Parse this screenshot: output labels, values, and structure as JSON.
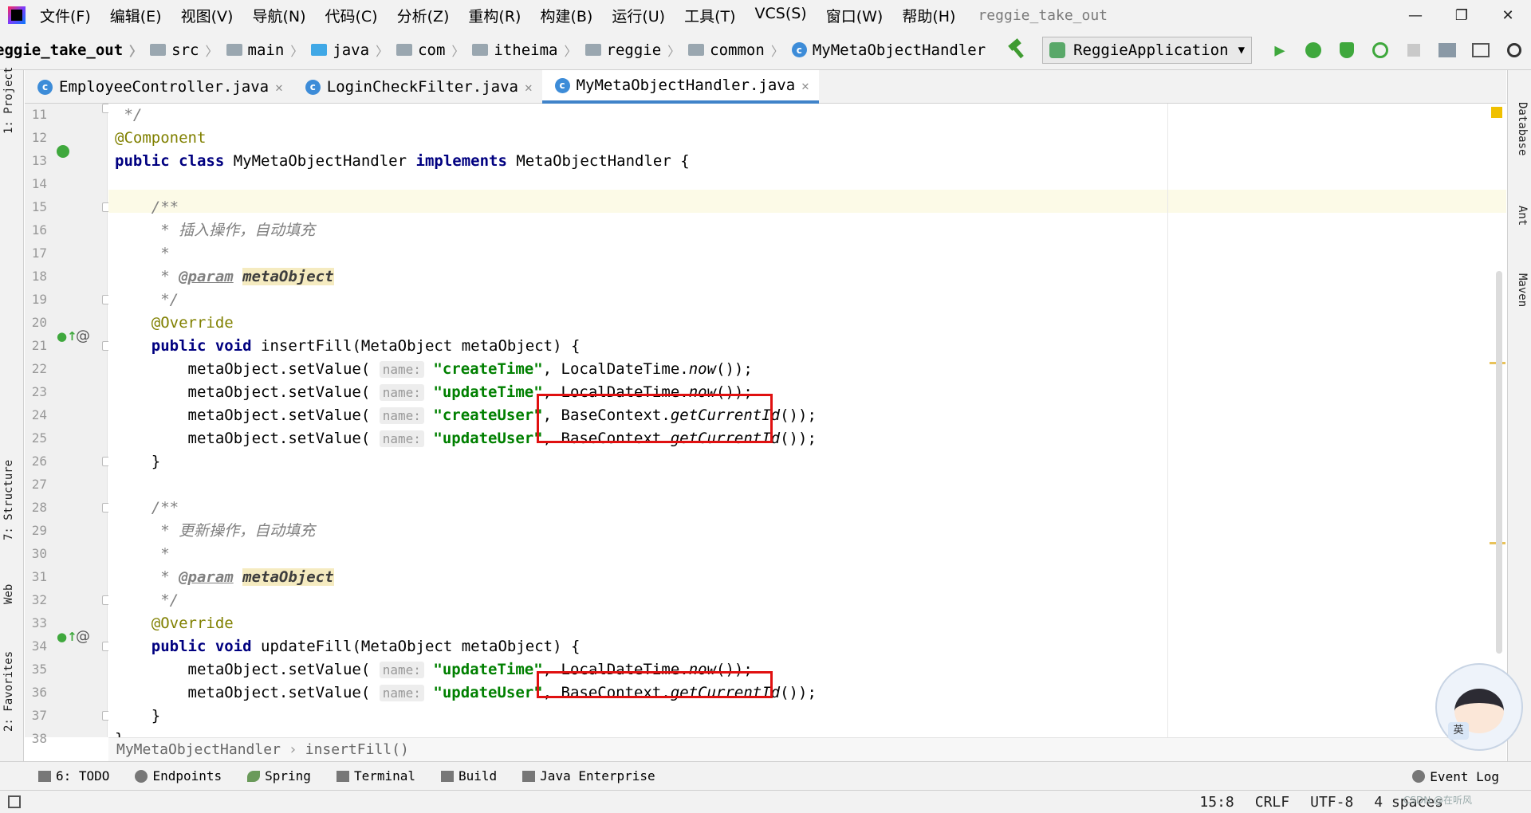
{
  "window": {
    "title": "reggie_take_out",
    "menu": [
      "文件(F)",
      "编辑(E)",
      "视图(V)",
      "导航(N)",
      "代码(C)",
      "分析(Z)",
      "重构(R)",
      "构建(B)",
      "运行(U)",
      "工具(T)",
      "VCS(S)",
      "窗口(W)",
      "帮助(H)"
    ],
    "controls": [
      "—",
      "❐",
      "✕"
    ]
  },
  "navbar": {
    "crumbs": [
      "eggie_take_out",
      "src",
      "main",
      "java",
      "com",
      "itheima",
      "reggie",
      "common",
      "MyMetaObjectHandler"
    ],
    "run_config": "ReggieApplication"
  },
  "left_tool_tabs": [
    "1: Project",
    "7: Structure",
    "Web",
    "2: Favorites"
  ],
  "right_tool_tabs": [
    "Database",
    "Ant",
    "Maven"
  ],
  "editor_tabs": [
    {
      "label": "EmployeeController.java",
      "active": false
    },
    {
      "label": "LoginCheckFilter.java",
      "active": false
    },
    {
      "label": "MyMetaObjectHandler.java",
      "active": true
    }
  ],
  "line_numbers": [
    "11",
    "12",
    "13",
    "14",
    "15",
    "16",
    "17",
    "18",
    "19",
    "20",
    "21",
    "22",
    "23",
    "24",
    "25",
    "26",
    "27",
    "28",
    "29",
    "30",
    "31",
    "32",
    "33",
    "34",
    "35",
    "36",
    "37",
    "38"
  ],
  "code": {
    "l11": " */",
    "l12": "@Component",
    "l13_kw1": "public class",
    "l13_name": " MyMetaObjectHandler ",
    "l13_kw2": "implements",
    "l13_rest": " MetaObjectHandler {",
    "l15": "    /**",
    "l16": "     * 插入操作，自动填充",
    "l17": "     *",
    "l18_pre": "     * ",
    "tag_param": "@param",
    "param_name": "metaObject",
    "l19": "     */",
    "override": "@Override",
    "kw_public_void": "public void",
    "l21_rest": " insertFill(MetaObject metaObject) {",
    "l34_rest": " updateFill(MetaObject metaObject) {",
    "set_call": "        metaObject.setValue(",
    "hint_name": "name:",
    "str_createTime": "\"createTime\"",
    "str_updateTime": "\"updateTime\"",
    "str_createUser": "\"createUser\"",
    "str_updateUser": "\"updateUser\"",
    "ldt": "LocalDateTime.",
    "now": "now",
    "paren_end": "());",
    "base_ctx": "BaseContext.",
    "get_id": "getCurrentId",
    "paren_close": "()",
    "semi": ");",
    "close_brace": "    }",
    "l29": "     * 更新操作，自动填充",
    "class_close": "}",
    "comma": ", "
  },
  "breadcrumb": {
    "class": "MyMetaObjectHandler",
    "method": "insertFill()"
  },
  "tool_windows": [
    "6: TODO",
    "Endpoints",
    "Spring",
    "Terminal",
    "Build",
    "Java Enterprise"
  ],
  "event_log": "Event Log",
  "status": {
    "position": "15:8",
    "line_sep": "CRLF",
    "encoding": "UTF-8",
    "indent": "4 spaces"
  },
  "mascot_badge": "英",
  "watermark": "CSDN @在听风"
}
